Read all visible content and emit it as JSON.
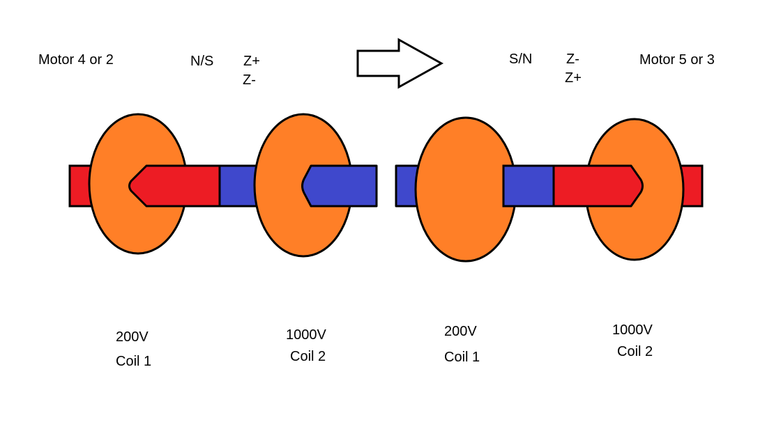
{
  "left_motor": {
    "title": "Motor 4 or 2",
    "polarity": "N/S",
    "z_top": "Z+",
    "z_bottom": "Z-",
    "coil1": {
      "voltage": "200V",
      "name": "Coil 1"
    },
    "coil2": {
      "voltage": "1000V",
      "name": "Coil 2"
    }
  },
  "right_motor": {
    "title": "Motor 5 or 3",
    "polarity": "S/N",
    "z_top": "Z-",
    "z_bottom": "Z+",
    "coil1": {
      "voltage": "200V",
      "name": "Coil 1"
    },
    "coil2": {
      "voltage": "1000V",
      "name": "Coil 2"
    }
  },
  "transition_arrow": "right-arrow-icon",
  "colors": {
    "north_red": "#ed1c24",
    "south_blue": "#3f48cc",
    "coil_orange": "#ff7f27",
    "outline": "#000000",
    "arrow_fill": "#ffffff"
  }
}
